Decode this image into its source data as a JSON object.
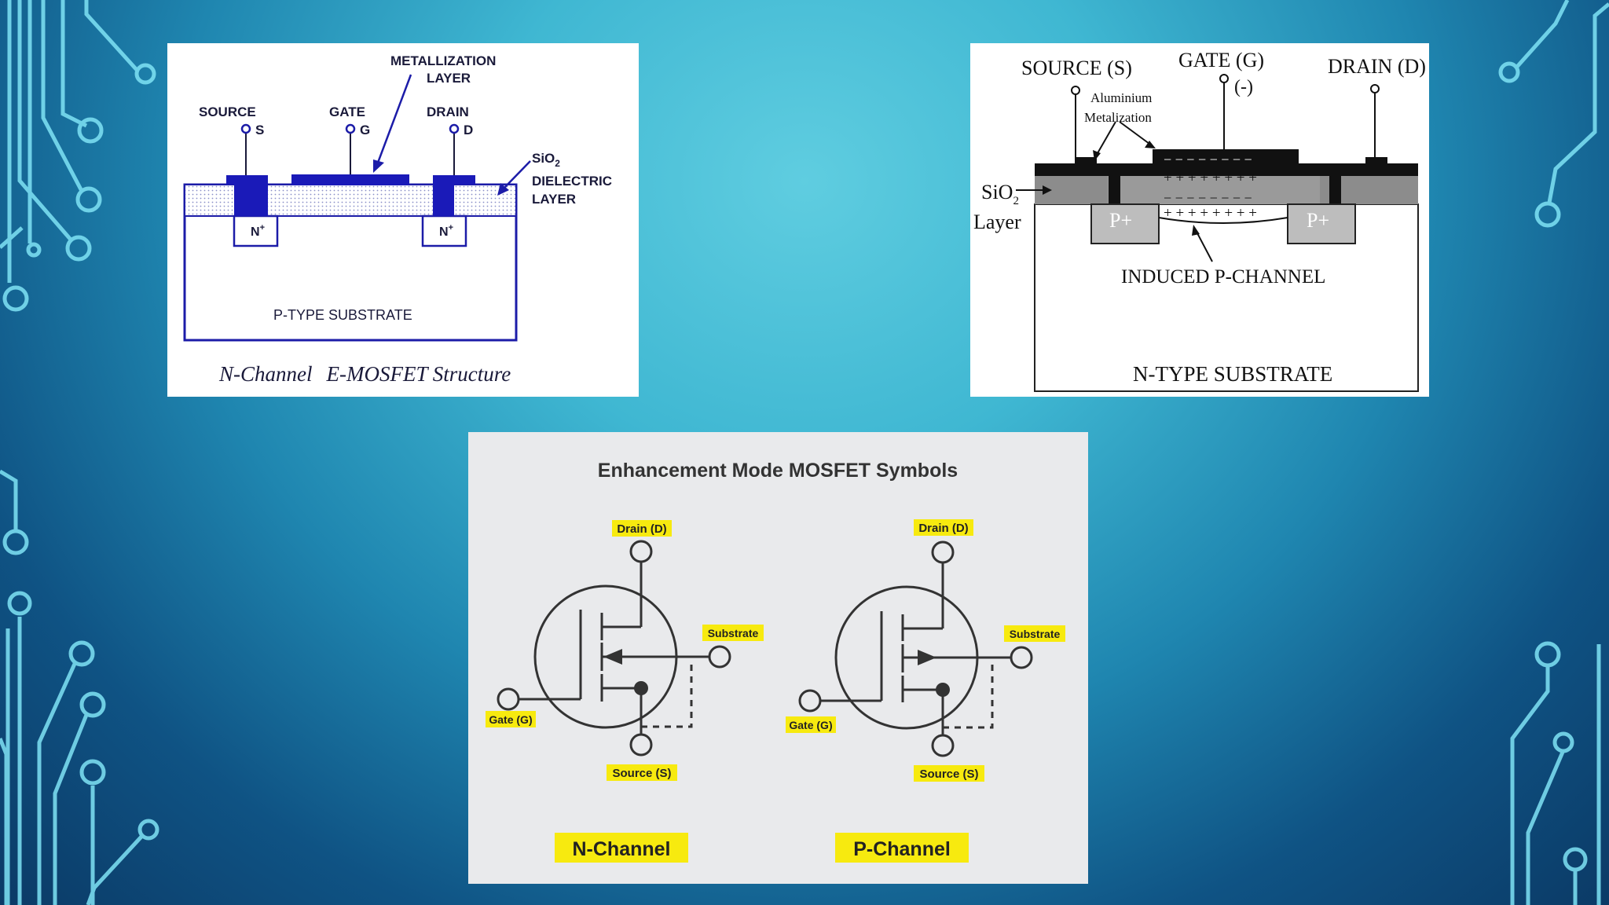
{
  "nmos": {
    "metallization_line1": "METALLIZATION",
    "metallization_line2": "LAYER",
    "source_label": "SOURCE",
    "source_terminal": "S",
    "gate_label": "GATE",
    "gate_terminal": "G",
    "drain_label": "DRAIN",
    "drain_terminal": "D",
    "sio2_base": "SiO",
    "sio2_sub": "2",
    "dielectric_line1": "DIELECTRIC",
    "dielectric_line2": "LAYER",
    "n_plus": "N",
    "n_plus_sup": "+",
    "substrate": "P-TYPE SUBSTRATE",
    "caption_part1": "N-Channel",
    "caption_part2": "E-MOSFET Structure"
  },
  "pmos": {
    "source_label": "SOURCE (S)",
    "gate_label": "GATE (G)",
    "gate_polarity": "(-)",
    "drain_label": "DRAIN (D)",
    "metal_line1": "Aluminium",
    "metal_line2": "Metalization",
    "sio2_base": "SiO",
    "sio2_sub": "2",
    "sio2_layer": "Layer",
    "gate_charges": "− − − − − − − −",
    "oxide_charges": "+ + + + + + + +",
    "oxide_charges_bottom": "− − − − − − − −",
    "channel_charges": "+ + + + + + + +",
    "p_plus": "P+",
    "channel_label": "INDUCED P-CHANNEL",
    "substrate": "N-TYPE SUBSTRATE"
  },
  "symbols": {
    "title": "Enhancement Mode MOSFET Symbols",
    "drain": "Drain (D)",
    "gate": "Gate (G)",
    "source": "Source (S)",
    "substrate": "Substrate",
    "n_channel": "N-Channel",
    "p_channel": "P-Channel",
    "highlight_color": "#f7ea0f"
  }
}
